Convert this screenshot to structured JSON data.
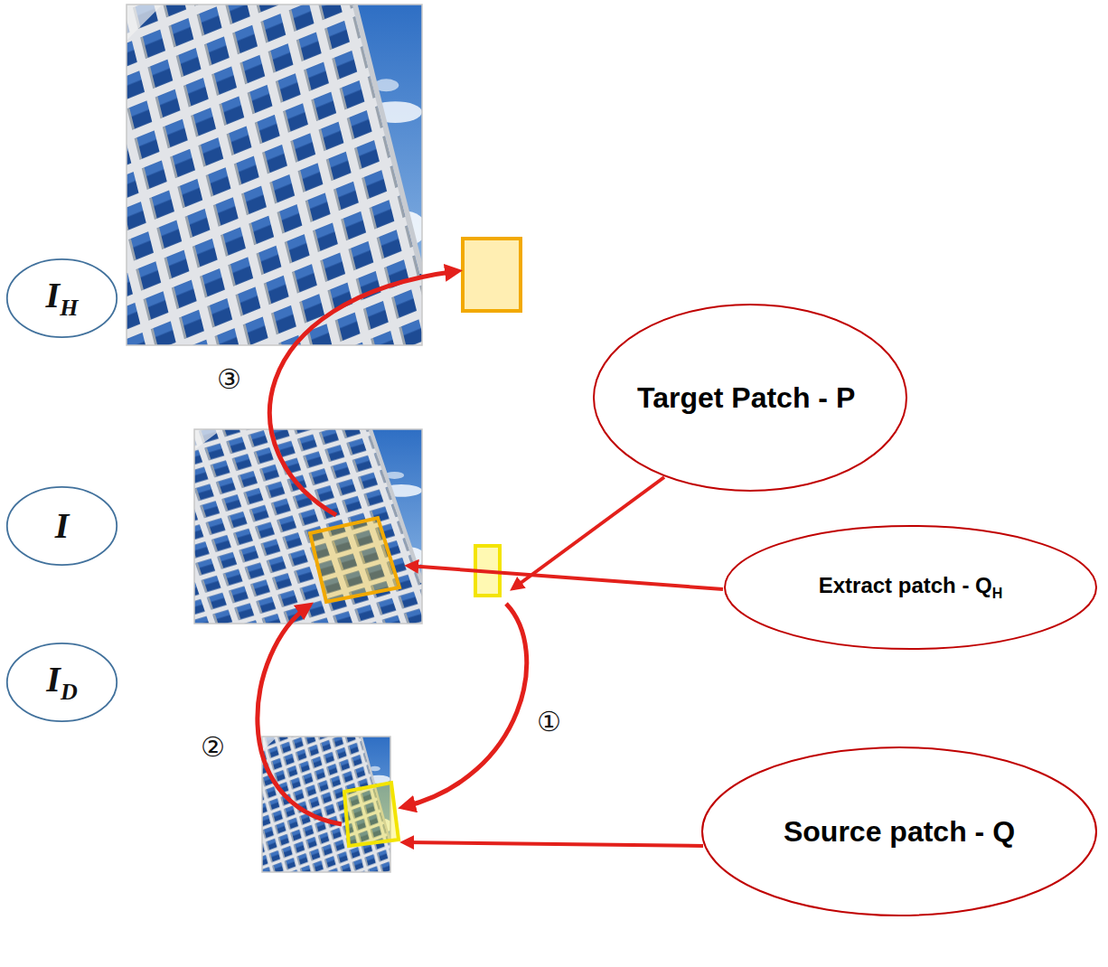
{
  "diagram": {
    "nodes": [
      {
        "text": [
          "I",
          "H"
        ]
      },
      {
        "text": [
          "Target Patch - P"
        ]
      },
      {
        "text": [
          "I"
        ]
      },
      {
        "text": [
          "Extract patch - Q",
          "H"
        ]
      },
      {
        "text": [
          "I",
          "D"
        ]
      },
      {
        "text": [
          "Source patch - Q"
        ]
      }
    ],
    "labels": [
      "③",
      "①",
      "②"
    ]
  }
}
